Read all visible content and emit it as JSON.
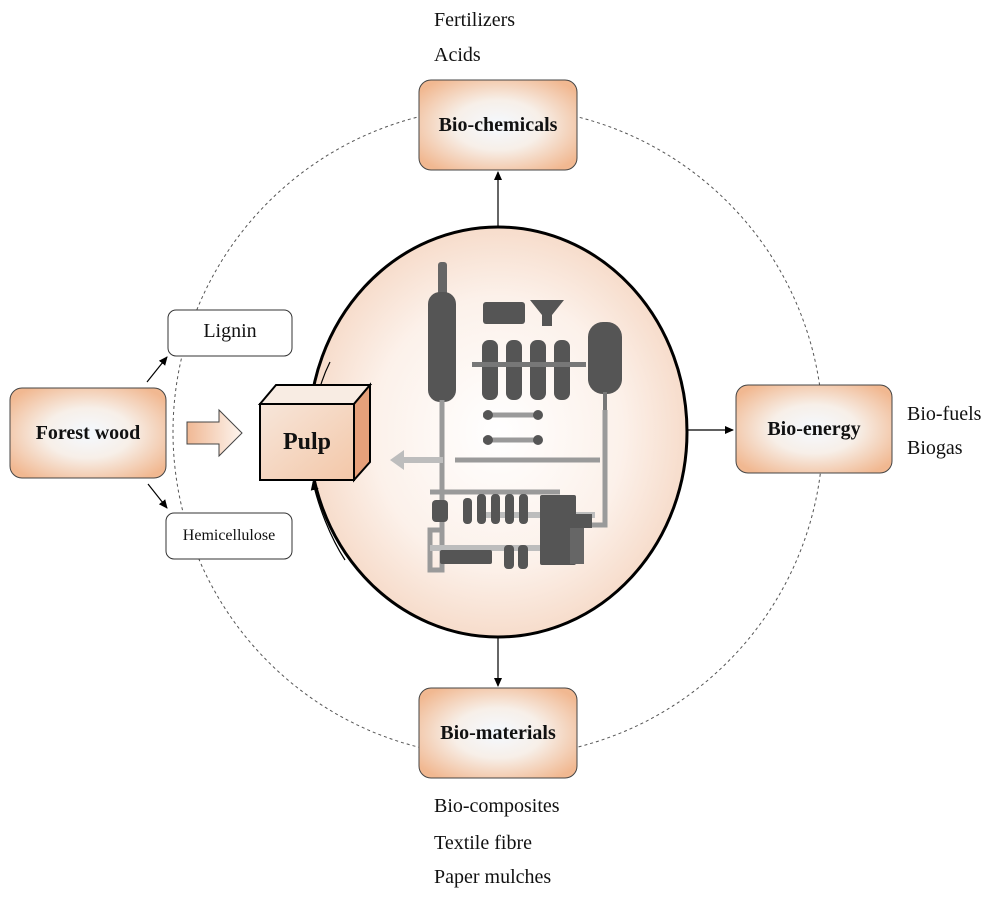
{
  "nodes": {
    "forest_wood": "Forest wood",
    "pulp": "Pulp",
    "lignin": "Lignin",
    "hemicellulose": "Hemicellulose",
    "bio_chemicals": "Bio-chemicals",
    "bio_energy": "Bio-energy",
    "bio_materials": "Bio-materials"
  },
  "products": {
    "bio_chemicals": [
      "Fertilizers",
      "Acids"
    ],
    "bio_energy": [
      "Bio-fuels",
      "Biogas"
    ],
    "bio_materials": [
      "Bio-composites",
      "Textile fibre",
      "Paper mulches"
    ]
  },
  "colors": {
    "box_edge": "#f2c4a3",
    "box_center": "#f4f9ff",
    "circle_edge": "#f6d9c6",
    "circle_center": "#ffffff",
    "plant_icon": "#555555",
    "outline": "#000000"
  },
  "icons": {
    "center": "biorefinery-plant-icon"
  }
}
